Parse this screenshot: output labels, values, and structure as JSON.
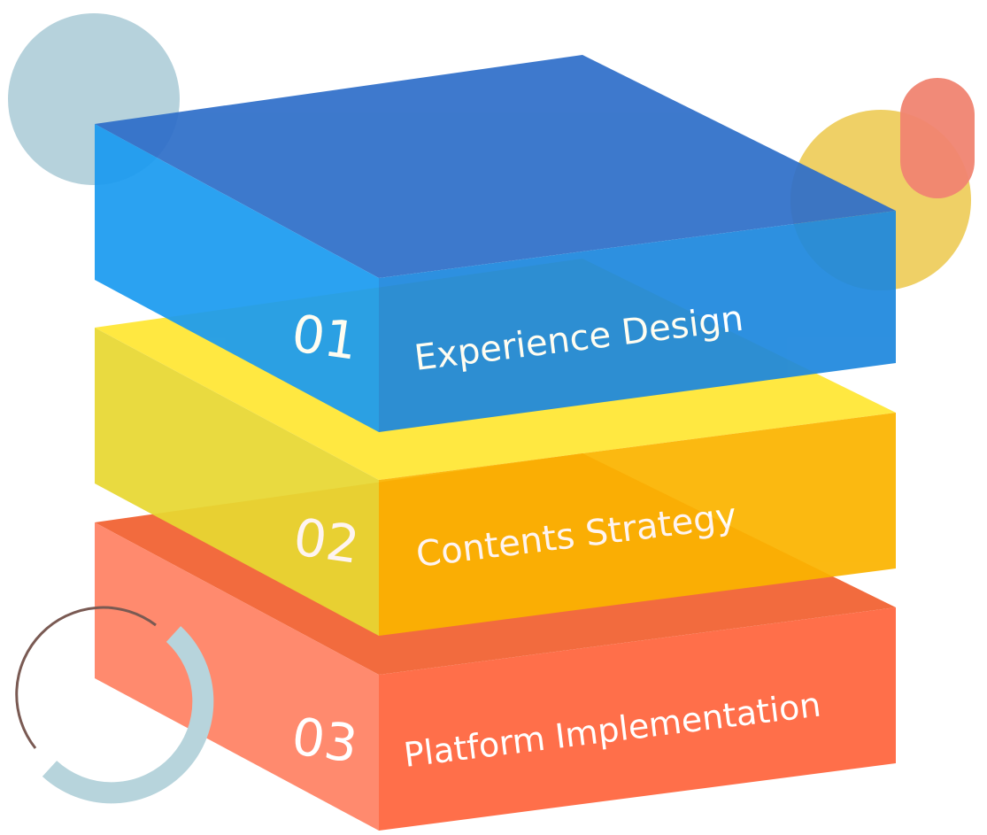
{
  "layers": [
    {
      "number": "01",
      "label": "Experience Design",
      "colors": {
        "top": "#2F6FC9",
        "left": "#1C9BF0",
        "front": "#1E88DE",
        "accent": "#3A8EEB"
      }
    },
    {
      "number": "02",
      "label": "Contents Strategy",
      "colors": {
        "top": "#FFE733",
        "left": "#E8D832",
        "front": "#FBB400",
        "accent": "#FFD93A"
      }
    },
    {
      "number": "03",
      "label": "Platform Implementation",
      "colors": {
        "top": "#F26B3E",
        "left": "#FF8A6E",
        "front": "#FF6F4A",
        "accent": "#FF7352"
      }
    }
  ],
  "decor": {
    "circle_blue": "#A9CAD6",
    "circle_yellow": "#EDCB55",
    "pill_coral": "#F08471",
    "ring_light": "#B7D4DC",
    "ring_dark": "#7A5A53"
  }
}
